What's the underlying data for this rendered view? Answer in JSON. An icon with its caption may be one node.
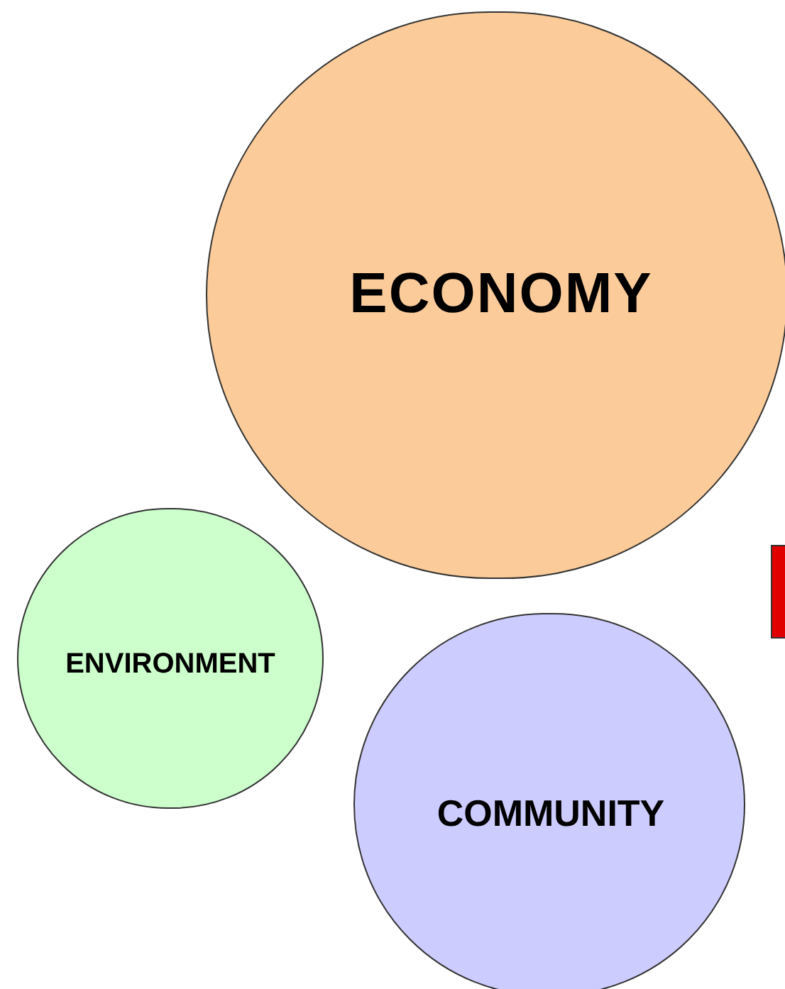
{
  "diagram": {
    "nodes": [
      {
        "text": [
          "ECONOMY"
        ]
      },
      {
        "text": [],
        "shape": "box"
      },
      {
        "text": [
          "ENVIRONMENT"
        ]
      },
      {
        "text": [
          "COMMUNITY"
        ]
      }
    ]
  }
}
